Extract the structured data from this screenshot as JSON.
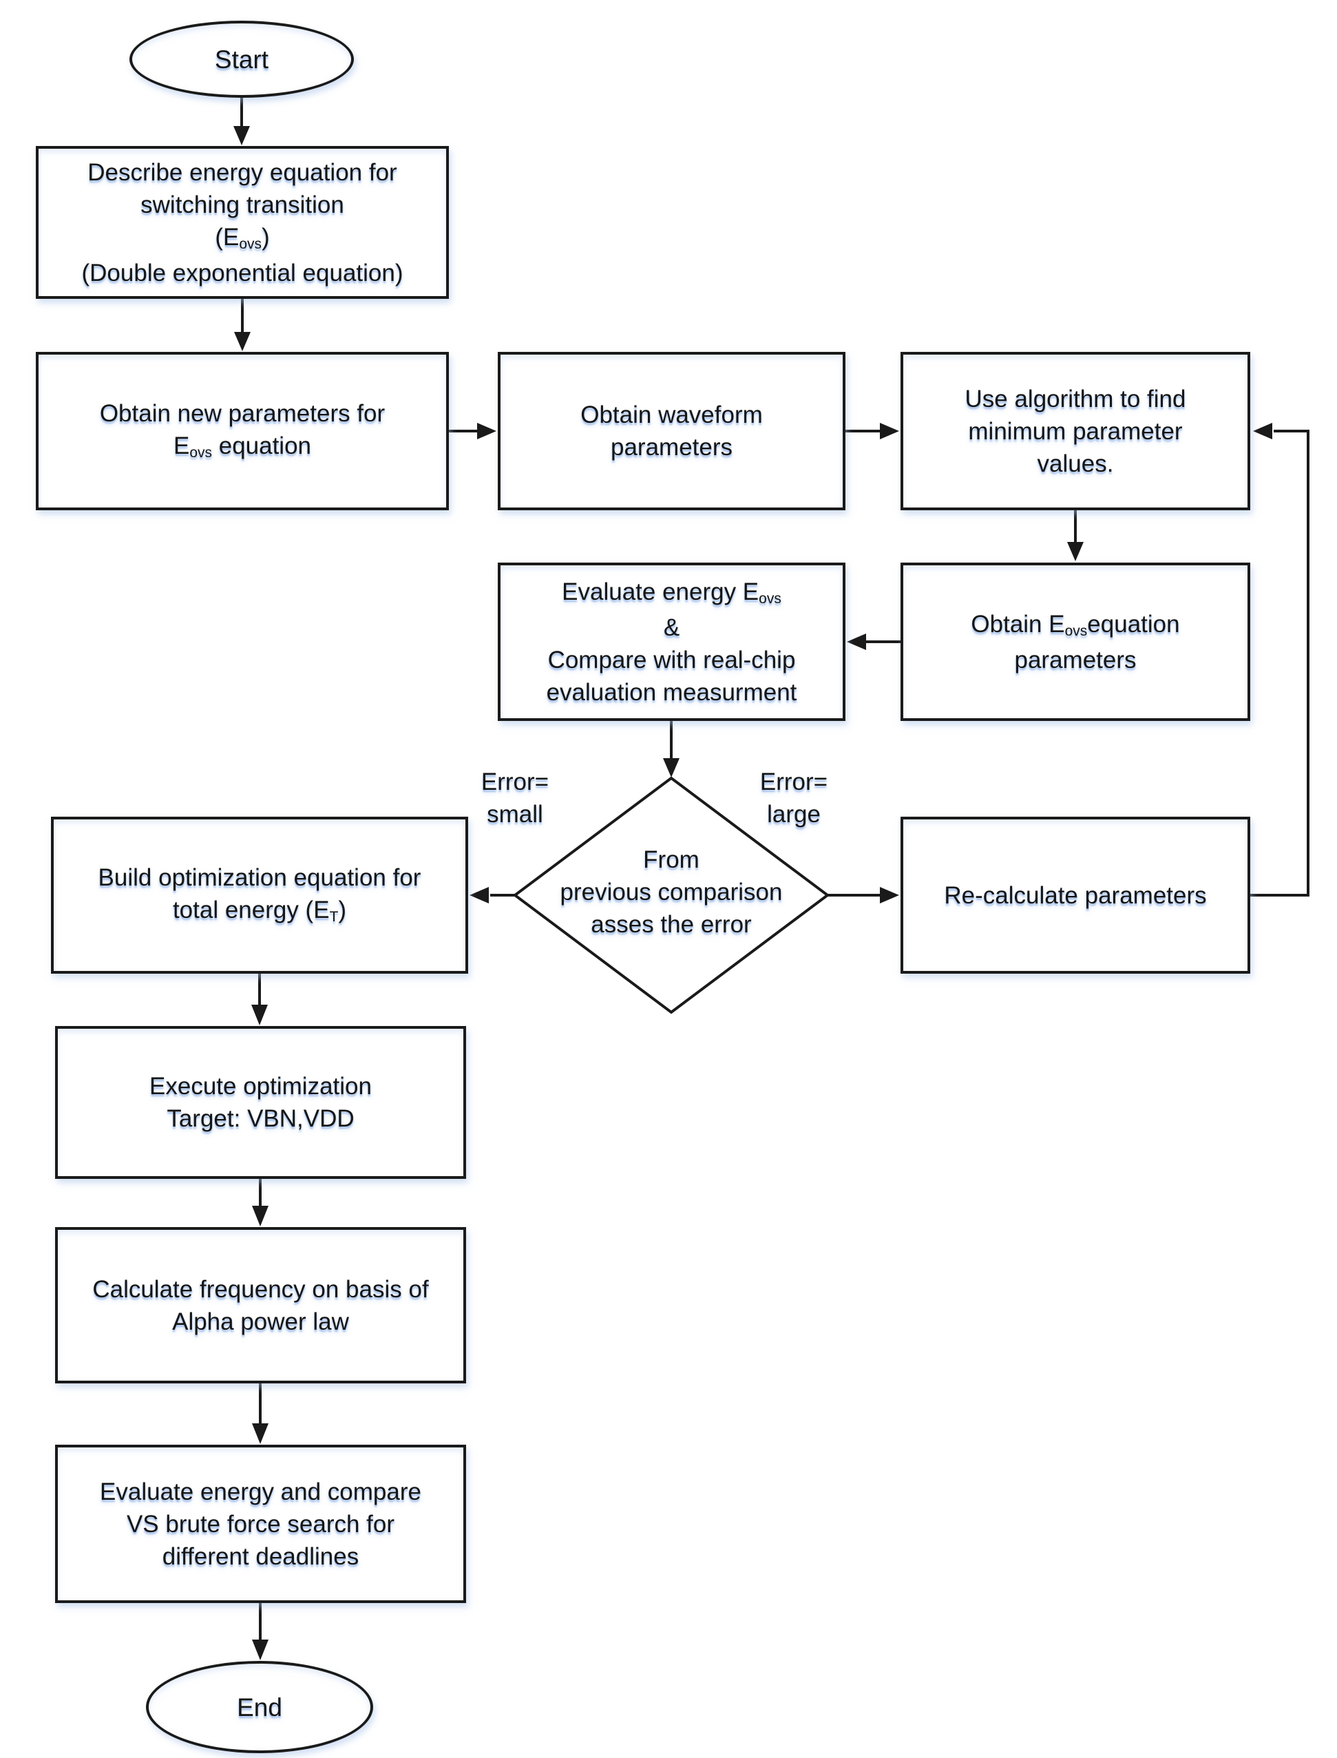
{
  "start": "Start",
  "end": "End",
  "boxes": {
    "describe": {
      "l1": "Describe energy equation for",
      "l2": "switching transition",
      "l3_pre": "(E",
      "l3_sub": "ovs",
      "l3_post": ")",
      "l4": "(Double exponential equation)"
    },
    "obtain_new": {
      "l1": "Obtain new parameters for",
      "l2_pre": "E",
      "l2_sub": "ovs",
      "l2_post": " equation"
    },
    "waveform": {
      "l1": "Obtain waveform",
      "l2": "parameters"
    },
    "algorithm": {
      "l1": "Use algorithm to find",
      "l2": "minimum parameter",
      "l3": "values."
    },
    "obtain_params": {
      "l1_pre": "Obtain E",
      "l1_sub": "ovs",
      "l1_post": "equation",
      "l2": "parameters"
    },
    "evaluate": {
      "l1_pre": "Evaluate energy E",
      "l1_sub": "ovs",
      "l2": "&",
      "l3": "Compare with real-chip",
      "l4": "evaluation measurment"
    },
    "recalc": {
      "l1": "Re-calculate parameters"
    },
    "build": {
      "l1": "Build optimization equation for",
      "l2_pre": "total energy (E",
      "l2_sub": "T",
      "l2_post": ")"
    },
    "execute": {
      "l1": "Execute optimization",
      "l2": "Target: VBN,VDD"
    },
    "frequency": {
      "l1": "Calculate frequency on basis of",
      "l2": "Alpha power law"
    },
    "brute": {
      "l1": "Evaluate energy and compare",
      "l2": "VS brute force search for",
      "l3": "different deadlines"
    }
  },
  "decision": {
    "l1": "From",
    "l2": "previous comparison",
    "l3": "asses the error"
  },
  "labels": {
    "error_small_1": "Error=",
    "error_small_2": "small",
    "error_large_1": "Error=",
    "error_large_2": "large"
  },
  "colors": {
    "stroke": "#1a1a1a",
    "text": "#151515",
    "glow": "#a6c1ea",
    "bg": "#ffffff"
  }
}
